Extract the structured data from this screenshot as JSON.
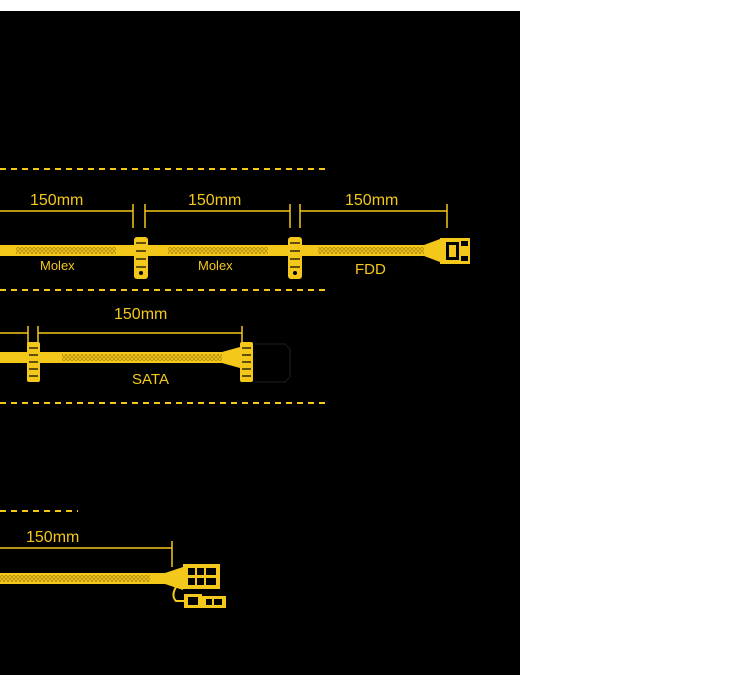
{
  "colors": {
    "background": "#000000",
    "cable": "#f4c81a",
    "mesh": "#b38f0e",
    "page": "#ffffff"
  },
  "cable_molex_fdd": {
    "segment_1_length": "150mm",
    "segment_2_length": "150mm",
    "segment_3_length": "150mm",
    "connector_1_label": "Molex",
    "connector_2_label": "Molex",
    "end_connector_label": "FDD"
  },
  "cable_sata": {
    "segment_length": "150mm",
    "end_connector_label": "SATA"
  },
  "cable_bottom": {
    "segment_length": "150mm"
  }
}
